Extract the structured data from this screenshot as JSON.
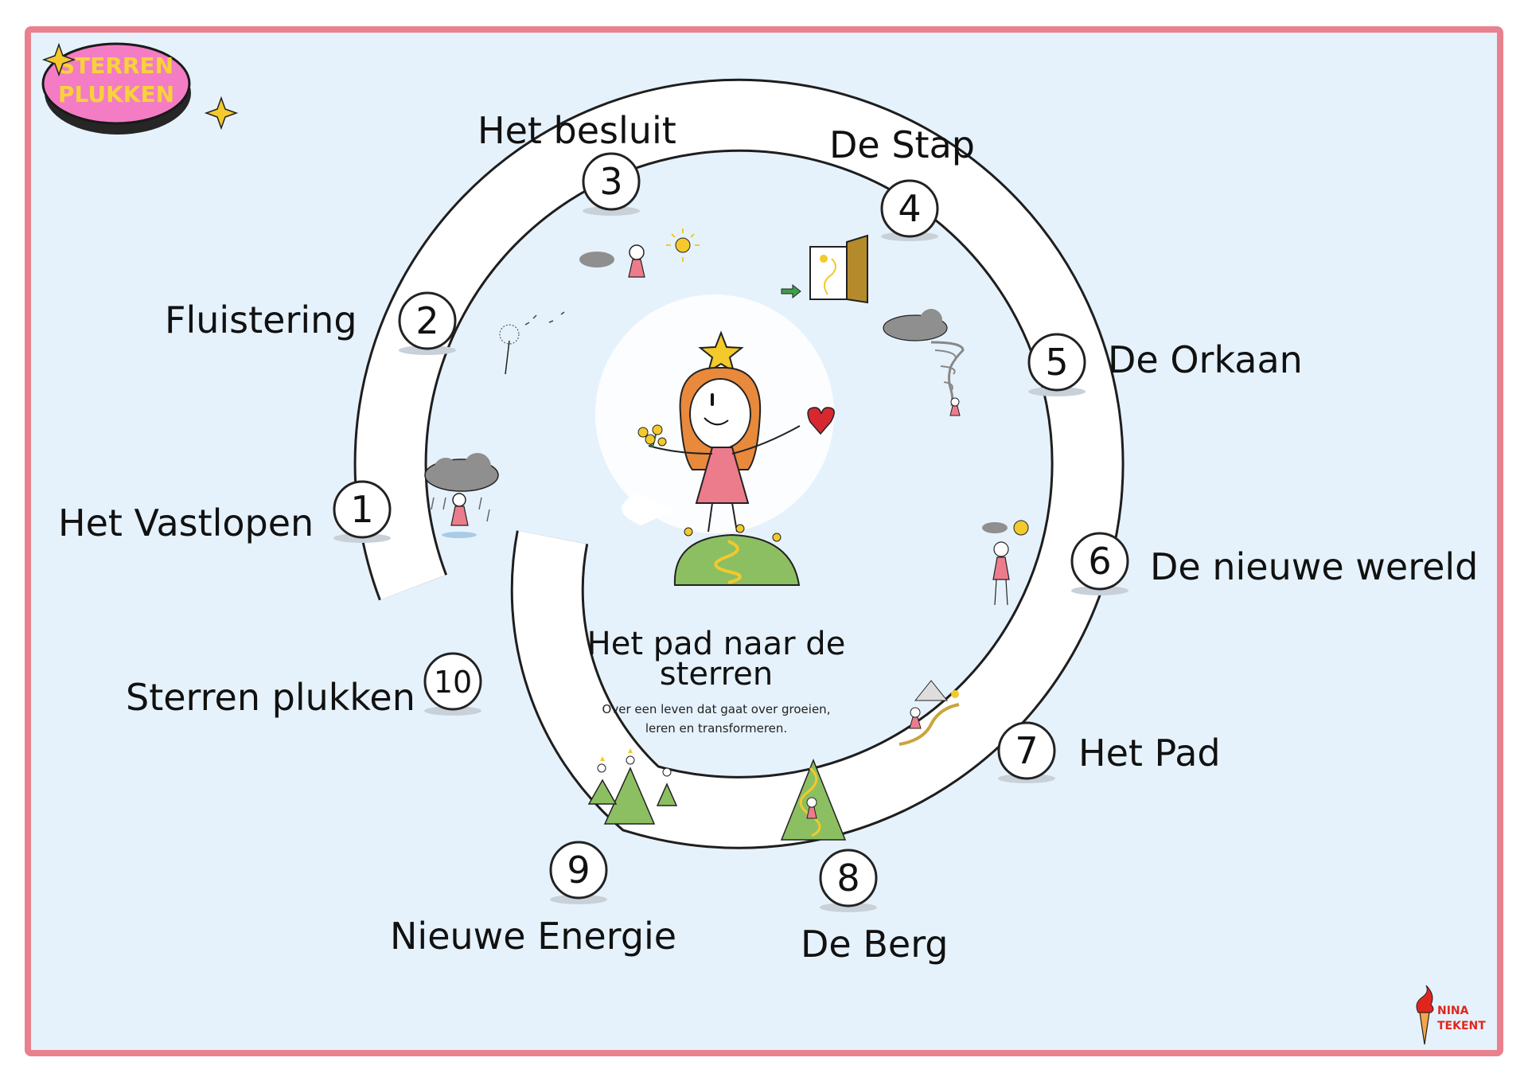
{
  "badge": {
    "line1": "STERREN",
    "line2": "PLUKKEN"
  },
  "center": {
    "title_line1": "Het pad naar de",
    "title_line2": "sterren",
    "subtitle_line1": "Over een leven dat gaat over groeien,",
    "subtitle_line2": "leren en transformeren."
  },
  "steps": [
    {
      "number": "1",
      "label": "Het Vastlopen",
      "icon": "rain-cloud-person-icon"
    },
    {
      "number": "2",
      "label": "Fluistering",
      "icon": "dandelion-icon"
    },
    {
      "number": "3",
      "label": "Het besluit",
      "icon": "cloud-sun-person-icon"
    },
    {
      "number": "4",
      "label": "De Stap",
      "icon": "door-icon"
    },
    {
      "number": "5",
      "label": "De Orkaan",
      "icon": "tornado-icon"
    },
    {
      "number": "6",
      "label": "De nieuwe wereld",
      "icon": "sun-person-icon"
    },
    {
      "number": "7",
      "label": "Het Pad",
      "icon": "path-icon"
    },
    {
      "number": "8",
      "label": "De Berg",
      "icon": "mountain-icon"
    },
    {
      "number": "9",
      "label": "Nieuwe Energie",
      "icon": "hills-people-icon"
    },
    {
      "number": "10",
      "label": "Sterren plukken",
      "icon": "star-picking-icon"
    }
  ],
  "logo": {
    "line1": "NINA",
    "line2": "TEKENT"
  },
  "colors": {
    "background": "#e6f2fb",
    "border": "#e9808e",
    "badge_fill": "#f47cc4",
    "badge_text": "#f7d23a",
    "star": "#f3c92c",
    "dress": "#ec7c8c",
    "hill": "#8cbf62",
    "logo_text": "#e0261c"
  }
}
